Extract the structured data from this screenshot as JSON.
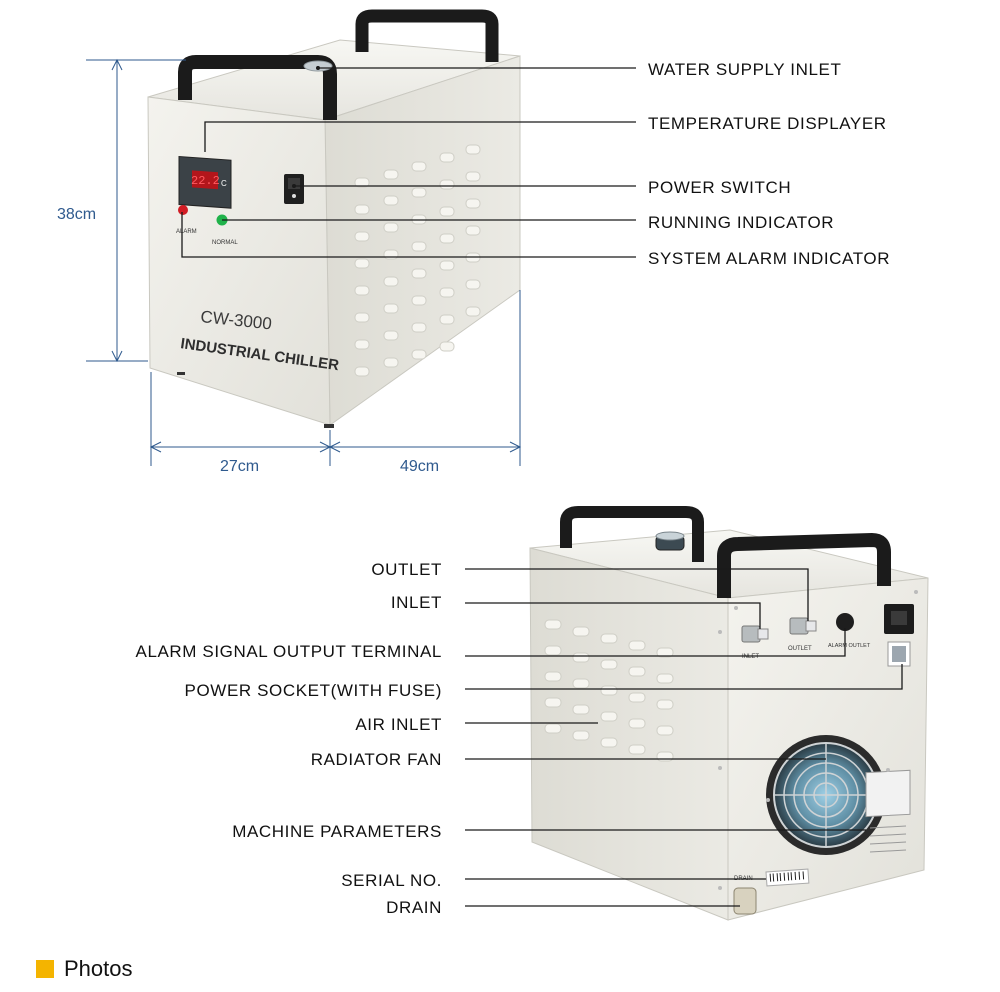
{
  "front": {
    "brand_model": "CW-3000",
    "brand_type": "INDUSTRIAL CHILLER",
    "display_reading": "22.2",
    "display_unit": "C",
    "alarm_led_label": "ALARM",
    "normal_led_label": "NORMAL",
    "labels": {
      "water_supply_inlet": "WATER SUPPLY INLET",
      "temperature_displayer": "TEMPERATURE DISPLAYER",
      "power_switch": "POWER SWITCH",
      "running_indicator": "RUNNING INDICATOR",
      "system_alarm_indicator": "SYSTEM ALARM INDICATOR"
    },
    "dimensions": {
      "height": "38cm",
      "width": "27cm",
      "depth": "49cm"
    }
  },
  "rear": {
    "port_inlet": "INLET",
    "port_outlet": "OUTLET",
    "port_alarm": "ALARM OUTLET",
    "drain_small": "DRAIN",
    "labels": {
      "outlet": "OUTLET",
      "inlet": "INLET",
      "alarm_signal_output_terminal": "ALARM SIGNAL OUTPUT TERMINAL",
      "power_socket": "POWER SOCKET(WITH FUSE)",
      "air_inlet": "AIR INLET",
      "radiator_fan": "RADIATOR FAN",
      "machine_parameters": "MACHINE PARAMETERS",
      "serial_no": "SERIAL NO.",
      "drain": "DRAIN"
    }
  },
  "footer": {
    "section_title": "Photos"
  },
  "colors": {
    "accent": "#f4b400",
    "dimension": "#2f5a8e",
    "body": "#e9e8e1"
  }
}
